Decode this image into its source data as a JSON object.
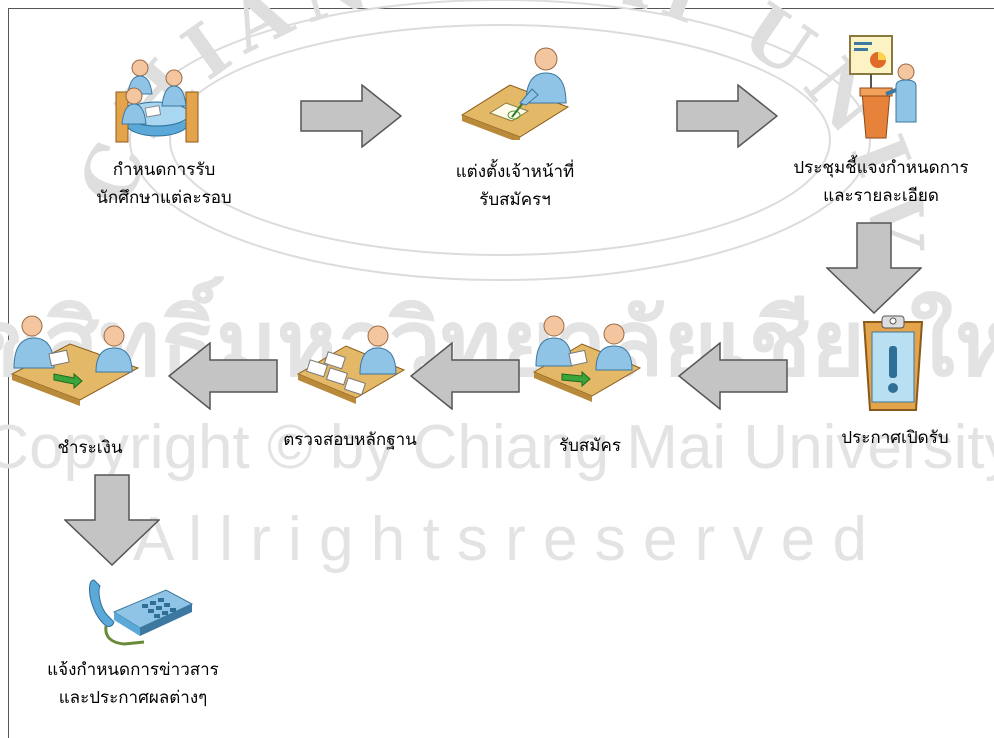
{
  "watermark": {
    "university": "CHIANG MAI UNIVERSITY",
    "thai": "ลิขสิทธิ์มหาวิทยาลัยเชียงใหม่",
    "copyright": "Copyright © by Chiang Mai University",
    "rights": "A l l   r i g h t s   r e s e r v e d"
  },
  "steps": [
    {
      "id": "set-quota",
      "icon": "meeting-group-icon",
      "lines": [
        "กำหนดการรับ",
        "นักศึกษาแต่ละรอบ"
      ]
    },
    {
      "id": "appoint-staff",
      "icon": "person-writing-icon",
      "lines": [
        "แต่งตั้งเจ้าหน้าที่",
        "รับสมัครฯ"
      ]
    },
    {
      "id": "briefing",
      "icon": "presenter-icon",
      "lines": [
        "ประชุมชี้แจงกำหนดการ",
        "และรายละเอียด"
      ]
    },
    {
      "id": "announce-open",
      "icon": "clipboard-alert-icon",
      "lines": [
        "ประกาศเปิดรับ"
      ]
    },
    {
      "id": "apply",
      "icon": "handover-icon",
      "lines": [
        "รับสมัคร"
      ]
    },
    {
      "id": "verify-docs",
      "icon": "document-review-icon",
      "lines": [
        "ตรวจสอบหลักฐาน"
      ]
    },
    {
      "id": "payment",
      "icon": "payment-icon",
      "lines": [
        "ชำระเงิน"
      ]
    },
    {
      "id": "notify",
      "icon": "telephone-icon",
      "lines": [
        "แจ้งกำหนดการข่าวสาร",
        "และประกาศผลต่างๆ"
      ]
    }
  ],
  "colors": {
    "arrow_fill": "#c4c4c4",
    "arrow_stroke": "#555555",
    "person": "#8fc4e6",
    "skin": "#f3c6a0",
    "desk": "#e3b866",
    "watermark": "#d9d9d9"
  }
}
